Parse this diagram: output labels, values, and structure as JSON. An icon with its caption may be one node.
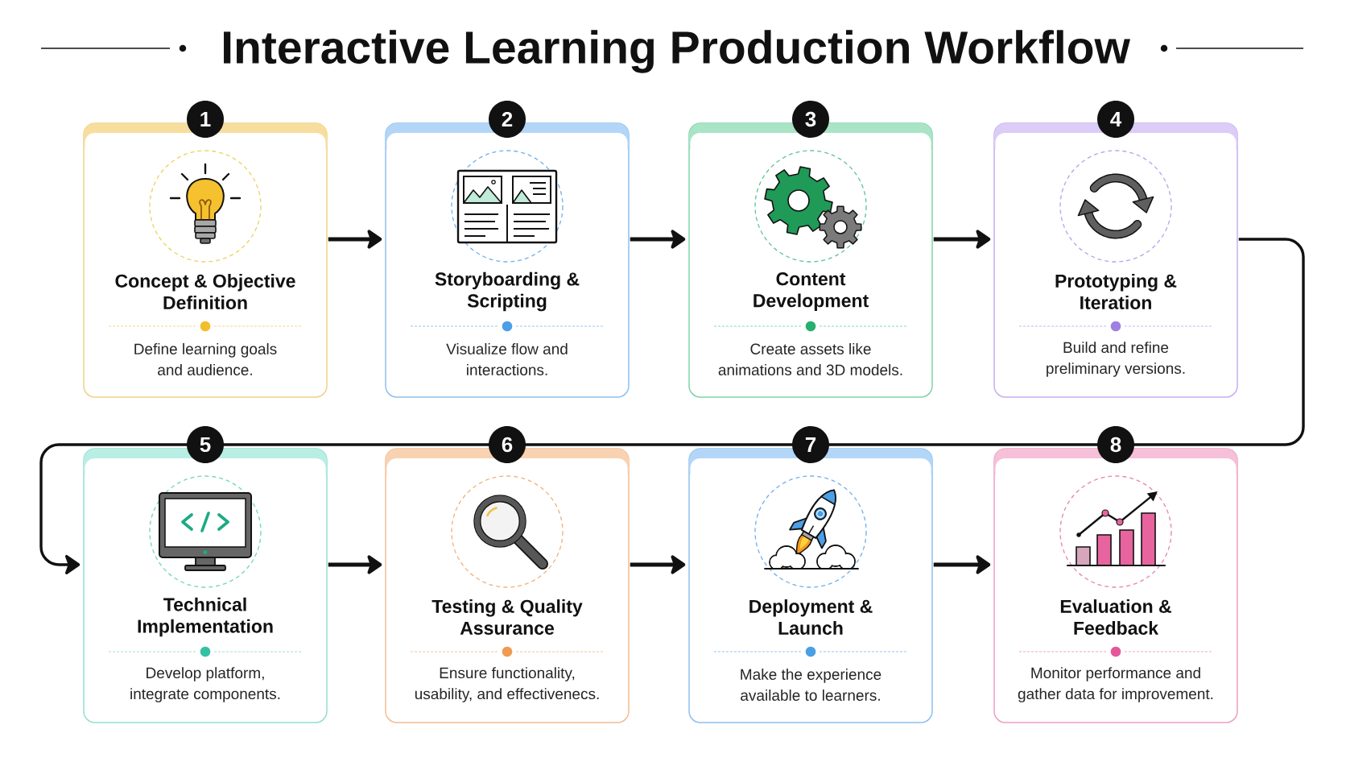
{
  "diagram": {
    "title": "Interactive Learning Production Workflow",
    "nodes": [
      {
        "text": [
          "1",
          "Concept & Objective Definition",
          "Define learning goals and audience."
        ]
      },
      {
        "text": [
          "2",
          "Storyboarding & Scripting",
          "Visualize flow and interactions."
        ]
      },
      {
        "text": [
          "3",
          "Content Development",
          "Create assets like animations and 3D models."
        ]
      },
      {
        "text": [
          "4",
          "Prototyping & Iteration",
          "Build and refine preliminary versions."
        ]
      },
      {
        "text": [
          "5",
          "Technical Implementation",
          "Develop platform, integrate components."
        ]
      },
      {
        "text": [
          "6",
          "Testing & Quality Assurance",
          "Ensure functionality, usability, and effectivenecs."
        ]
      },
      {
        "text": [
          "7",
          "Deployment & Launch",
          "Make the experience available to learners."
        ]
      },
      {
        "text": [
          "8",
          "Evaluation & Feedback",
          "Monitor performance and gather data for improvement."
        ]
      }
    ],
    "edges": [
      {
        "from": 0,
        "to": 1,
        "arrow": "to"
      },
      {
        "from": 1,
        "to": 2,
        "arrow": "to"
      },
      {
        "from": 2,
        "to": 3,
        "arrow": "to"
      },
      {
        "from": 3,
        "to": 4,
        "arrow": "to"
      },
      {
        "from": 4,
        "to": 5,
        "arrow": "to"
      },
      {
        "from": 5,
        "to": 6,
        "arrow": "to"
      },
      {
        "from": 6,
        "to": 7,
        "arrow": "to"
      }
    ]
  }
}
